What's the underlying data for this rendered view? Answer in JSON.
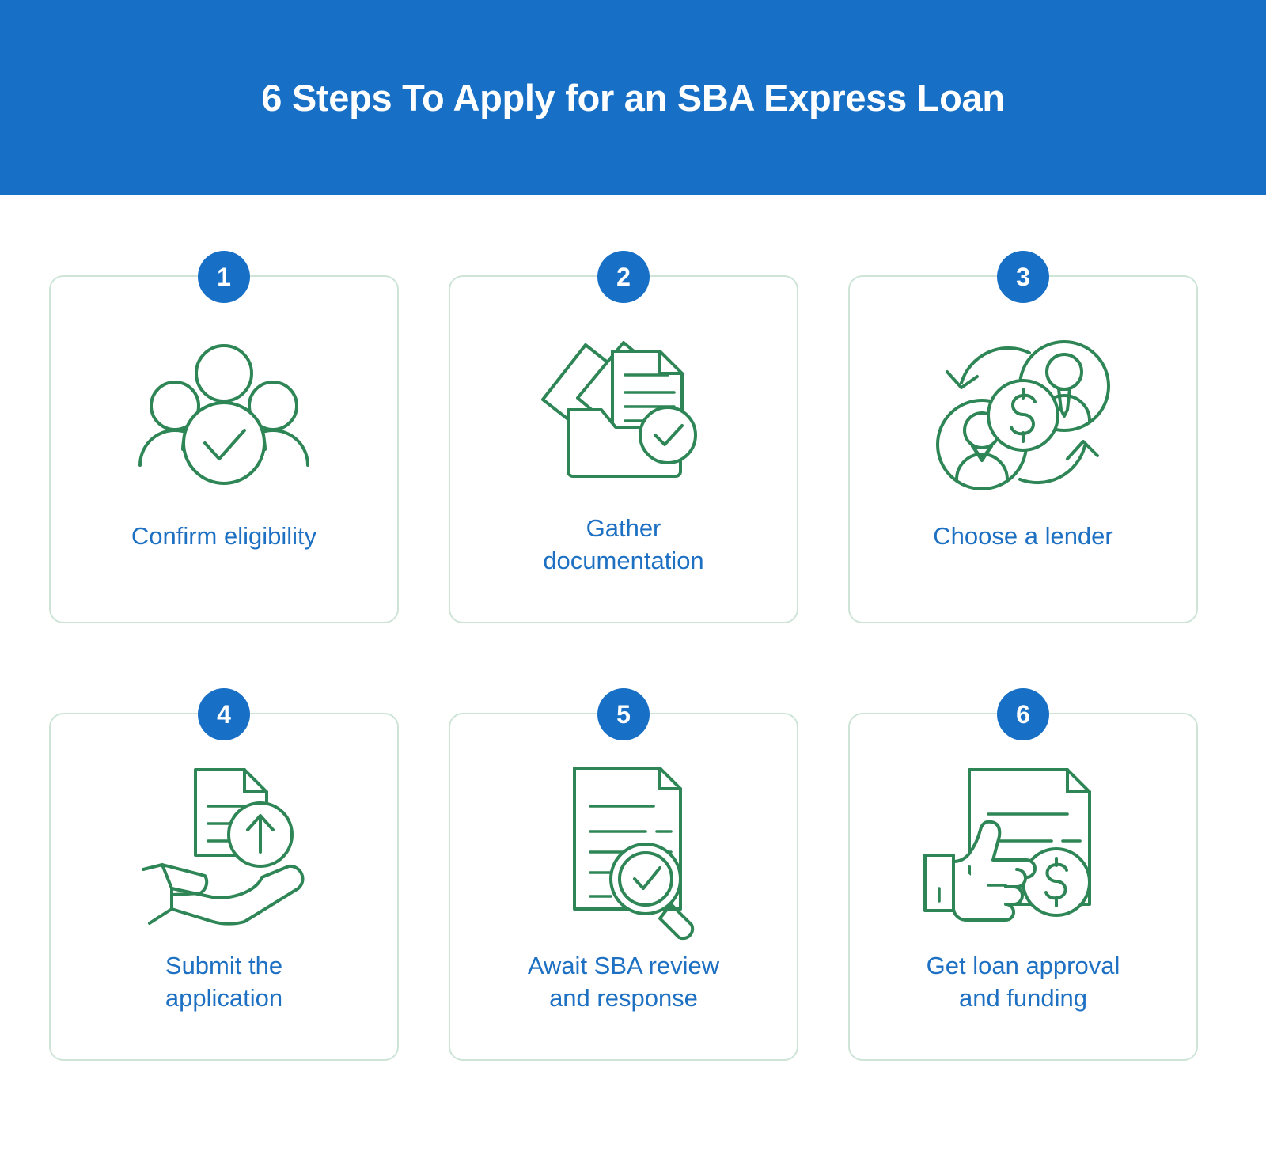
{
  "header": {
    "title": "6 Steps To Apply for an SBA Express Loan",
    "background_color": "#1870C6",
    "text_color": "#FFFFFF"
  },
  "theme": {
    "page_background": "#FFFFFF",
    "accent_blue": "#1870C6",
    "label_blue": "#1D70C2",
    "icon_green": "#2E8555",
    "card_border_green": "#CDE4D7"
  },
  "steps": [
    {
      "number": "1",
      "label": "Confirm eligibility",
      "icon": "people-group-check-icon"
    },
    {
      "number": "2",
      "label": "Gather\ndocumentation",
      "icon": "folder-documents-check-icon"
    },
    {
      "number": "3",
      "label": "Choose a lender",
      "icon": "lender-exchange-dollar-icon"
    },
    {
      "number": "4",
      "label": "Submit the\napplication",
      "icon": "hand-document-upload-icon"
    },
    {
      "number": "5",
      "label": "Await SBA review\nand response",
      "icon": "document-magnifier-check-icon"
    },
    {
      "number": "6",
      "label": "Get loan approval\nand funding",
      "icon": "thumbs-up-document-dollar-icon"
    }
  ]
}
